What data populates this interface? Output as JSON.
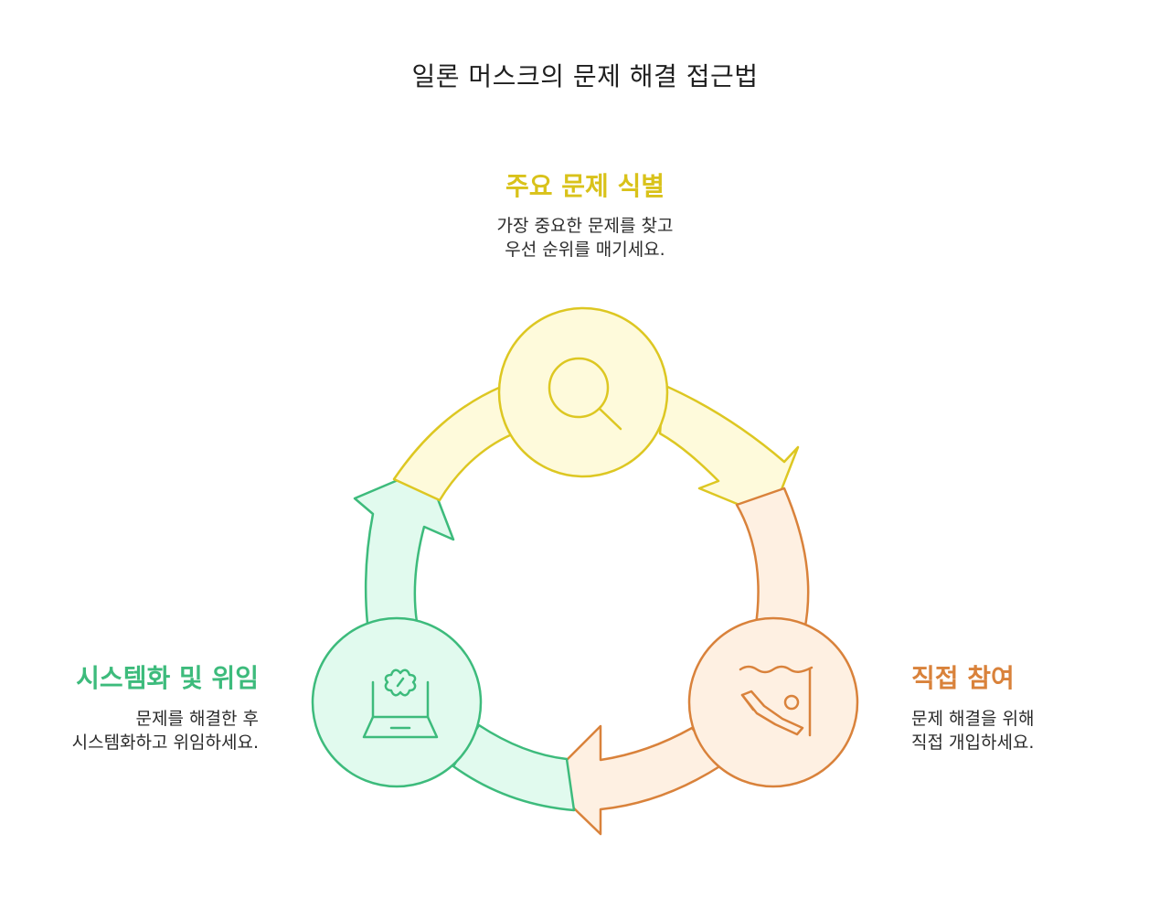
{
  "title": "일론 머스크의 문제 해결 접근법",
  "steps": [
    {
      "title": "주요 문제 식별",
      "description": [
        "가장 중요한 문제를 찾고",
        "우선 순위를 매기세요."
      ],
      "color": "#d9c21a",
      "fill": "#fefadb",
      "icon": "magnifier-icon"
    },
    {
      "title": "직접 참여",
      "description": [
        "문제 해결을 위해",
        "직접 개입하세요."
      ],
      "color": "#d9823b",
      "fill": "#fef0e2",
      "icon": "swimmer-icon"
    },
    {
      "title": "시스템화 및 위임",
      "description": [
        "문제를 해결한 후",
        "시스템화하고 위임하세요."
      ],
      "color": "#3dbb7c",
      "fill": "#e1faee",
      "icon": "laptop-gear-icon"
    }
  ]
}
